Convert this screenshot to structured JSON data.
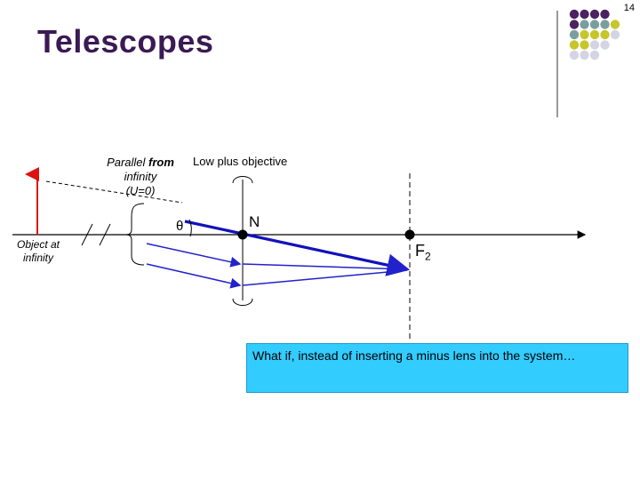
{
  "page_number": "14",
  "title": "Telescopes",
  "labels": {
    "parallel_from": "Parallel",
    "parallel_from_bold": "from",
    "parallel_infinity": "infinity",
    "parallel_u": "(U=0)",
    "lens_label": "Low plus objective",
    "theta": "θ",
    "nodal_point": "N",
    "focal_point": "F",
    "focal_point_sub": "2",
    "object_line1": "Object at",
    "object_line2": "infinity"
  },
  "callout": {
    "text": "What if, instead of inserting a minus lens into the system…"
  },
  "colors": {
    "title": "#3a1a55",
    "ray": "#2222cc",
    "object_arrow": "#dd1111",
    "callout_bg": "#33ccff",
    "dot_purple": "#4b2360",
    "dot_teal": "#7a9e9f",
    "dot_olive": "#c6c62a",
    "dot_lavender": "#d4d4e4"
  },
  "decoration": {
    "dot_grid": [
      [
        "purple",
        "purple",
        "purple",
        "purple"
      ],
      [
        "purple",
        "teal",
        "teal",
        "teal",
        "olive"
      ],
      [
        "teal",
        "olive",
        "olive",
        "olive",
        "lavender"
      ],
      [
        "olive",
        "olive",
        "lavender",
        "lavender"
      ],
      [
        "lavender",
        "lavender",
        "lavender"
      ]
    ]
  }
}
